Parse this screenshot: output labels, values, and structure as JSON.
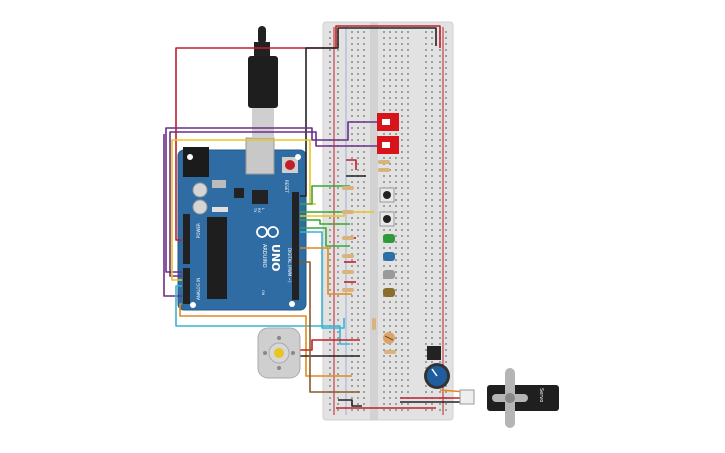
{
  "arduino": {
    "brand": "ARDUINO",
    "model": "UNO",
    "reset_label": "RESET",
    "digital_label": "DIGITAL (PWM ~)",
    "power_label": "POWER",
    "analog_label": "ANALOG IN",
    "tx_label": "TX",
    "rx_label": "RX",
    "l_label": "L",
    "on_label": "ON"
  },
  "servo": {
    "label": "Servo"
  },
  "colors": {
    "board": "#2f6ca3",
    "breadboard": "#e2e2e2",
    "wire_red": "#c0202a",
    "wire_black": "#222222",
    "wire_purple": "#6a2d8a",
    "wire_yellow": "#e8c521",
    "wire_green": "#3aa636",
    "wire_orange": "#e08a1e",
    "wire_cyan": "#39b3d6",
    "wire_brown": "#8a5a2b",
    "led_green": "#2e9a3a",
    "led_blue": "#2b6fa6",
    "led_white": "#9a9a9a",
    "led_yellow": "#8a6e2e",
    "dip_switch": "#d8141b",
    "potentiometer": "#1f5e9e"
  }
}
